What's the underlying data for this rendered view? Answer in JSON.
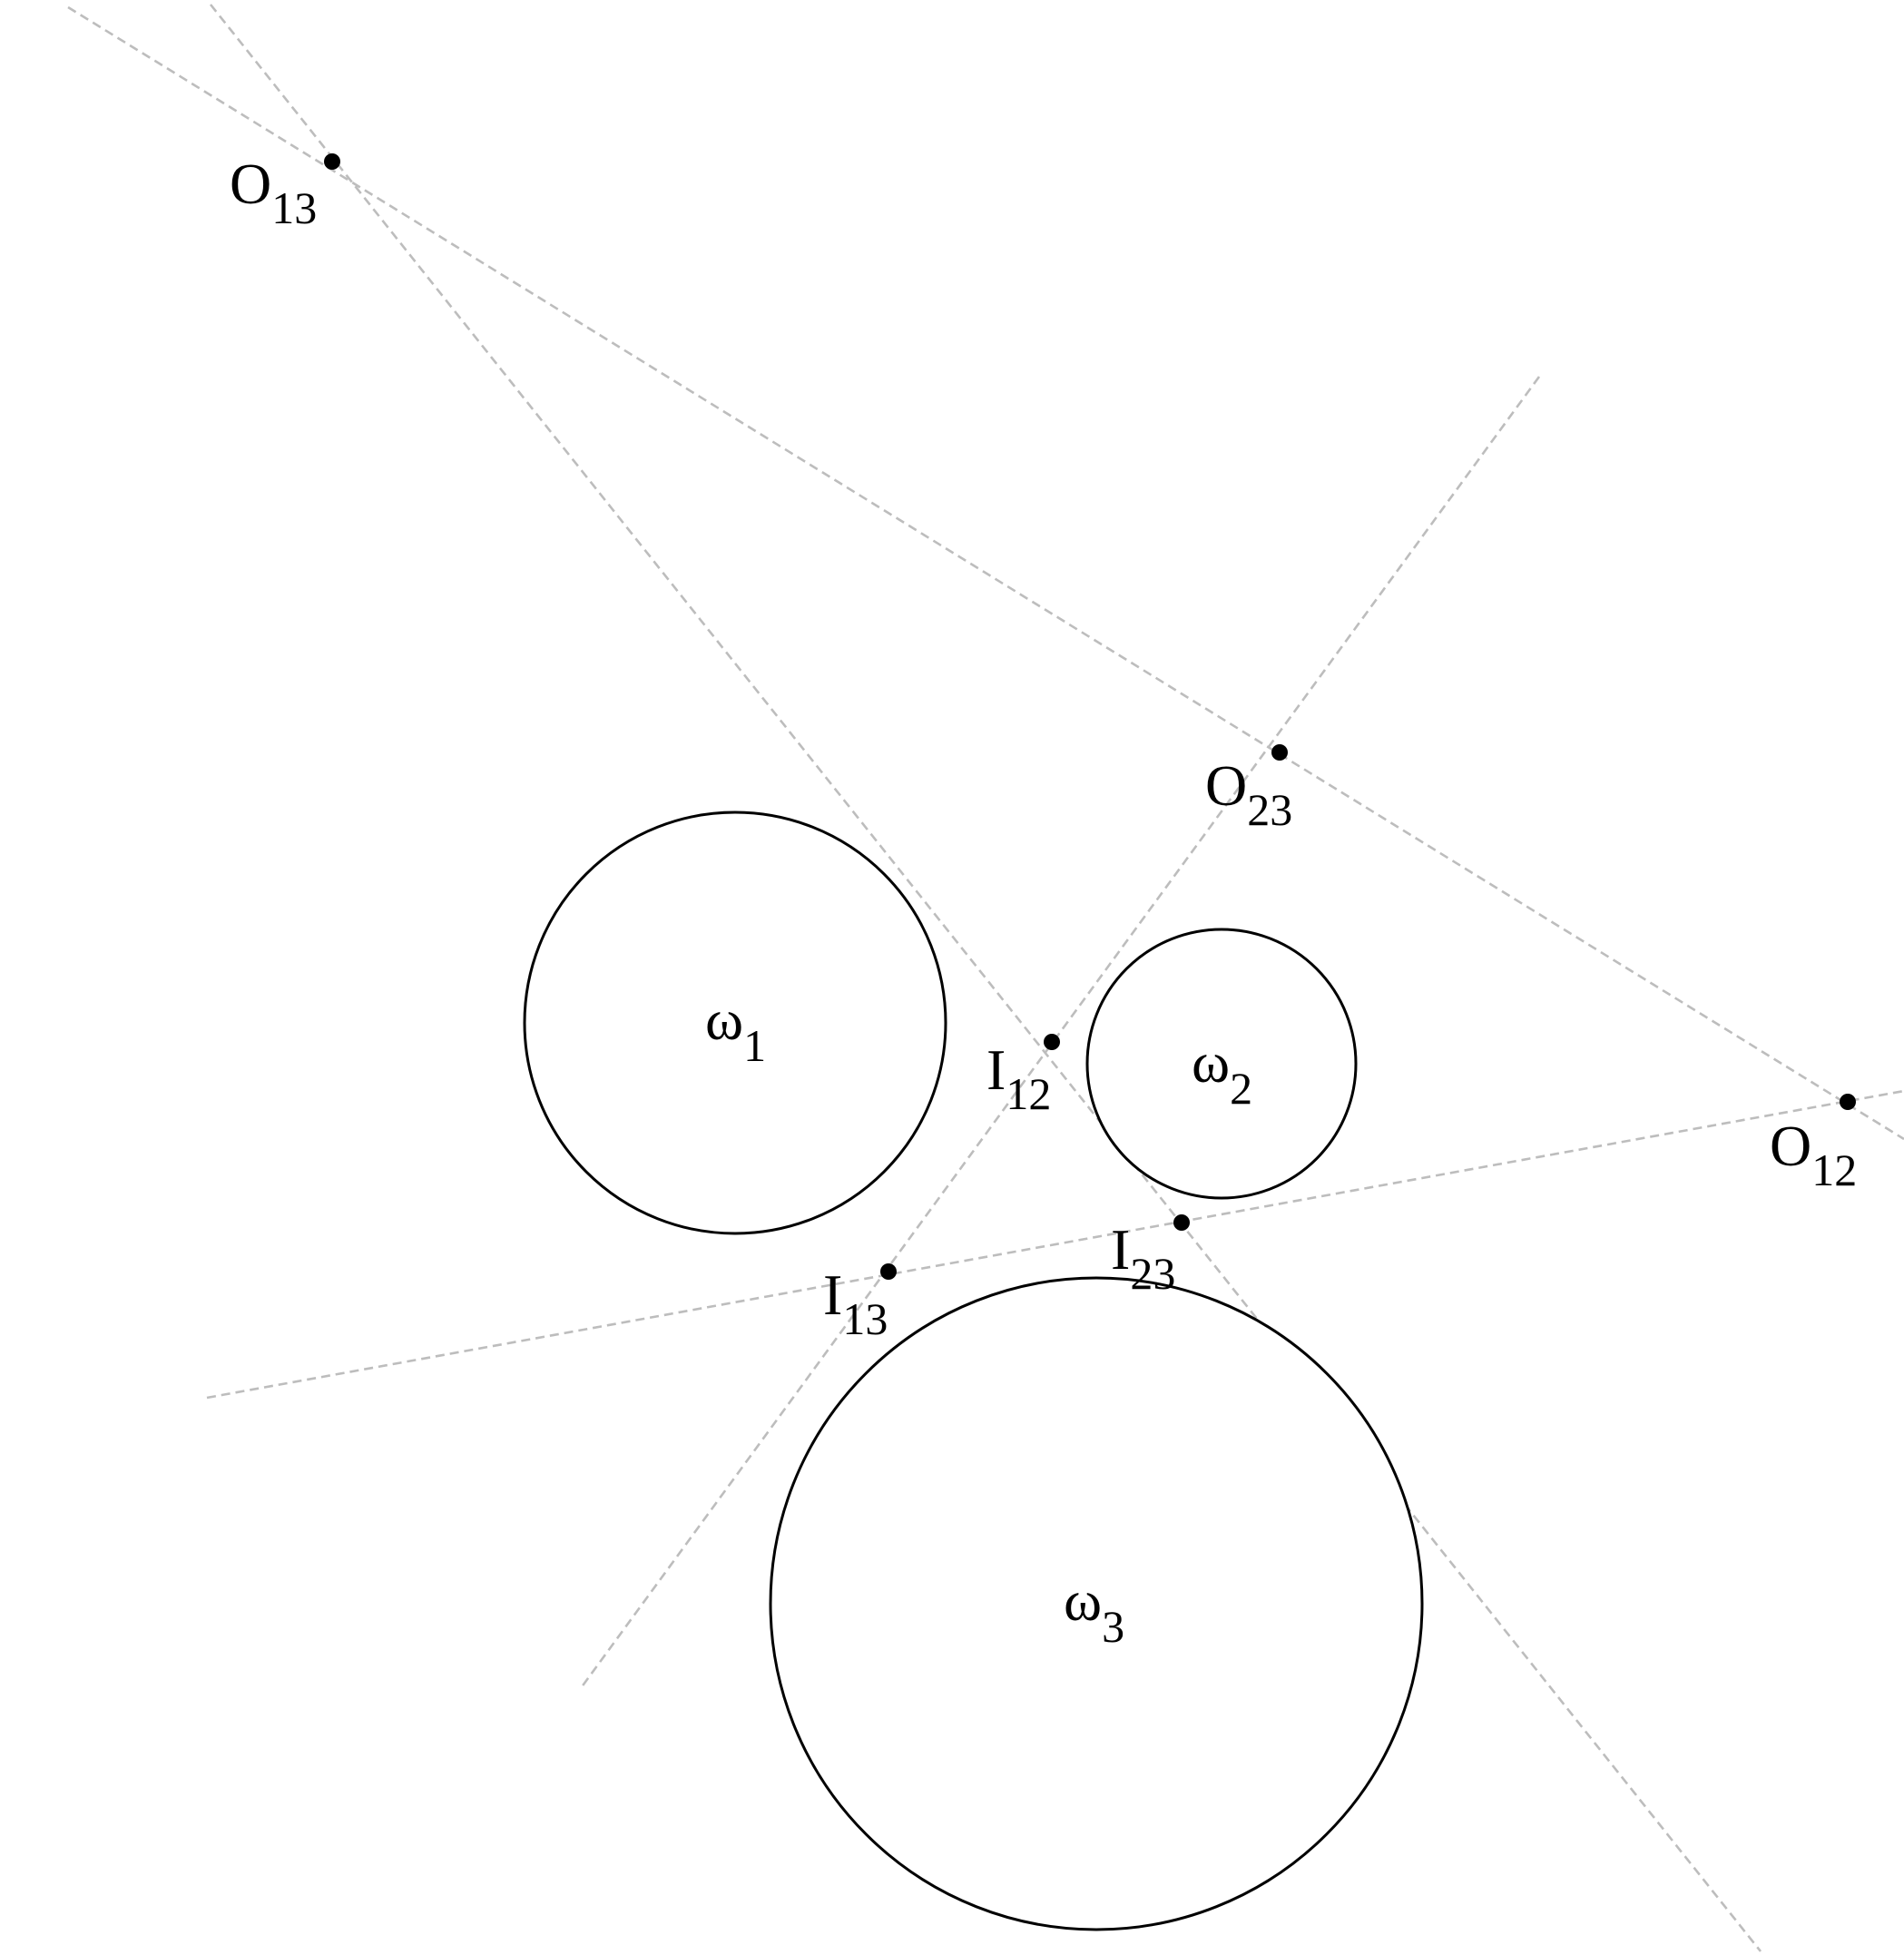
{
  "colors": {
    "line": "#bdbdbd",
    "circle": "#000000",
    "point": "#000000",
    "background": "#ffffff"
  },
  "circles": [
    {
      "id": "omega-1",
      "label": "ω",
      "sub": "1"
    },
    {
      "id": "omega-2",
      "label": "ω",
      "sub": "2"
    },
    {
      "id": "omega-3",
      "label": "ω",
      "sub": "3"
    }
  ],
  "points": [
    {
      "id": "O13",
      "label": "O",
      "sub": "13"
    },
    {
      "id": "O23",
      "label": "O",
      "sub": "23"
    },
    {
      "id": "O12",
      "label": "O",
      "sub": "12"
    },
    {
      "id": "I12",
      "label": "I",
      "sub": "12"
    },
    {
      "id": "I23",
      "label": "I",
      "sub": "23"
    },
    {
      "id": "I13",
      "label": "I",
      "sub": "13"
    }
  ]
}
